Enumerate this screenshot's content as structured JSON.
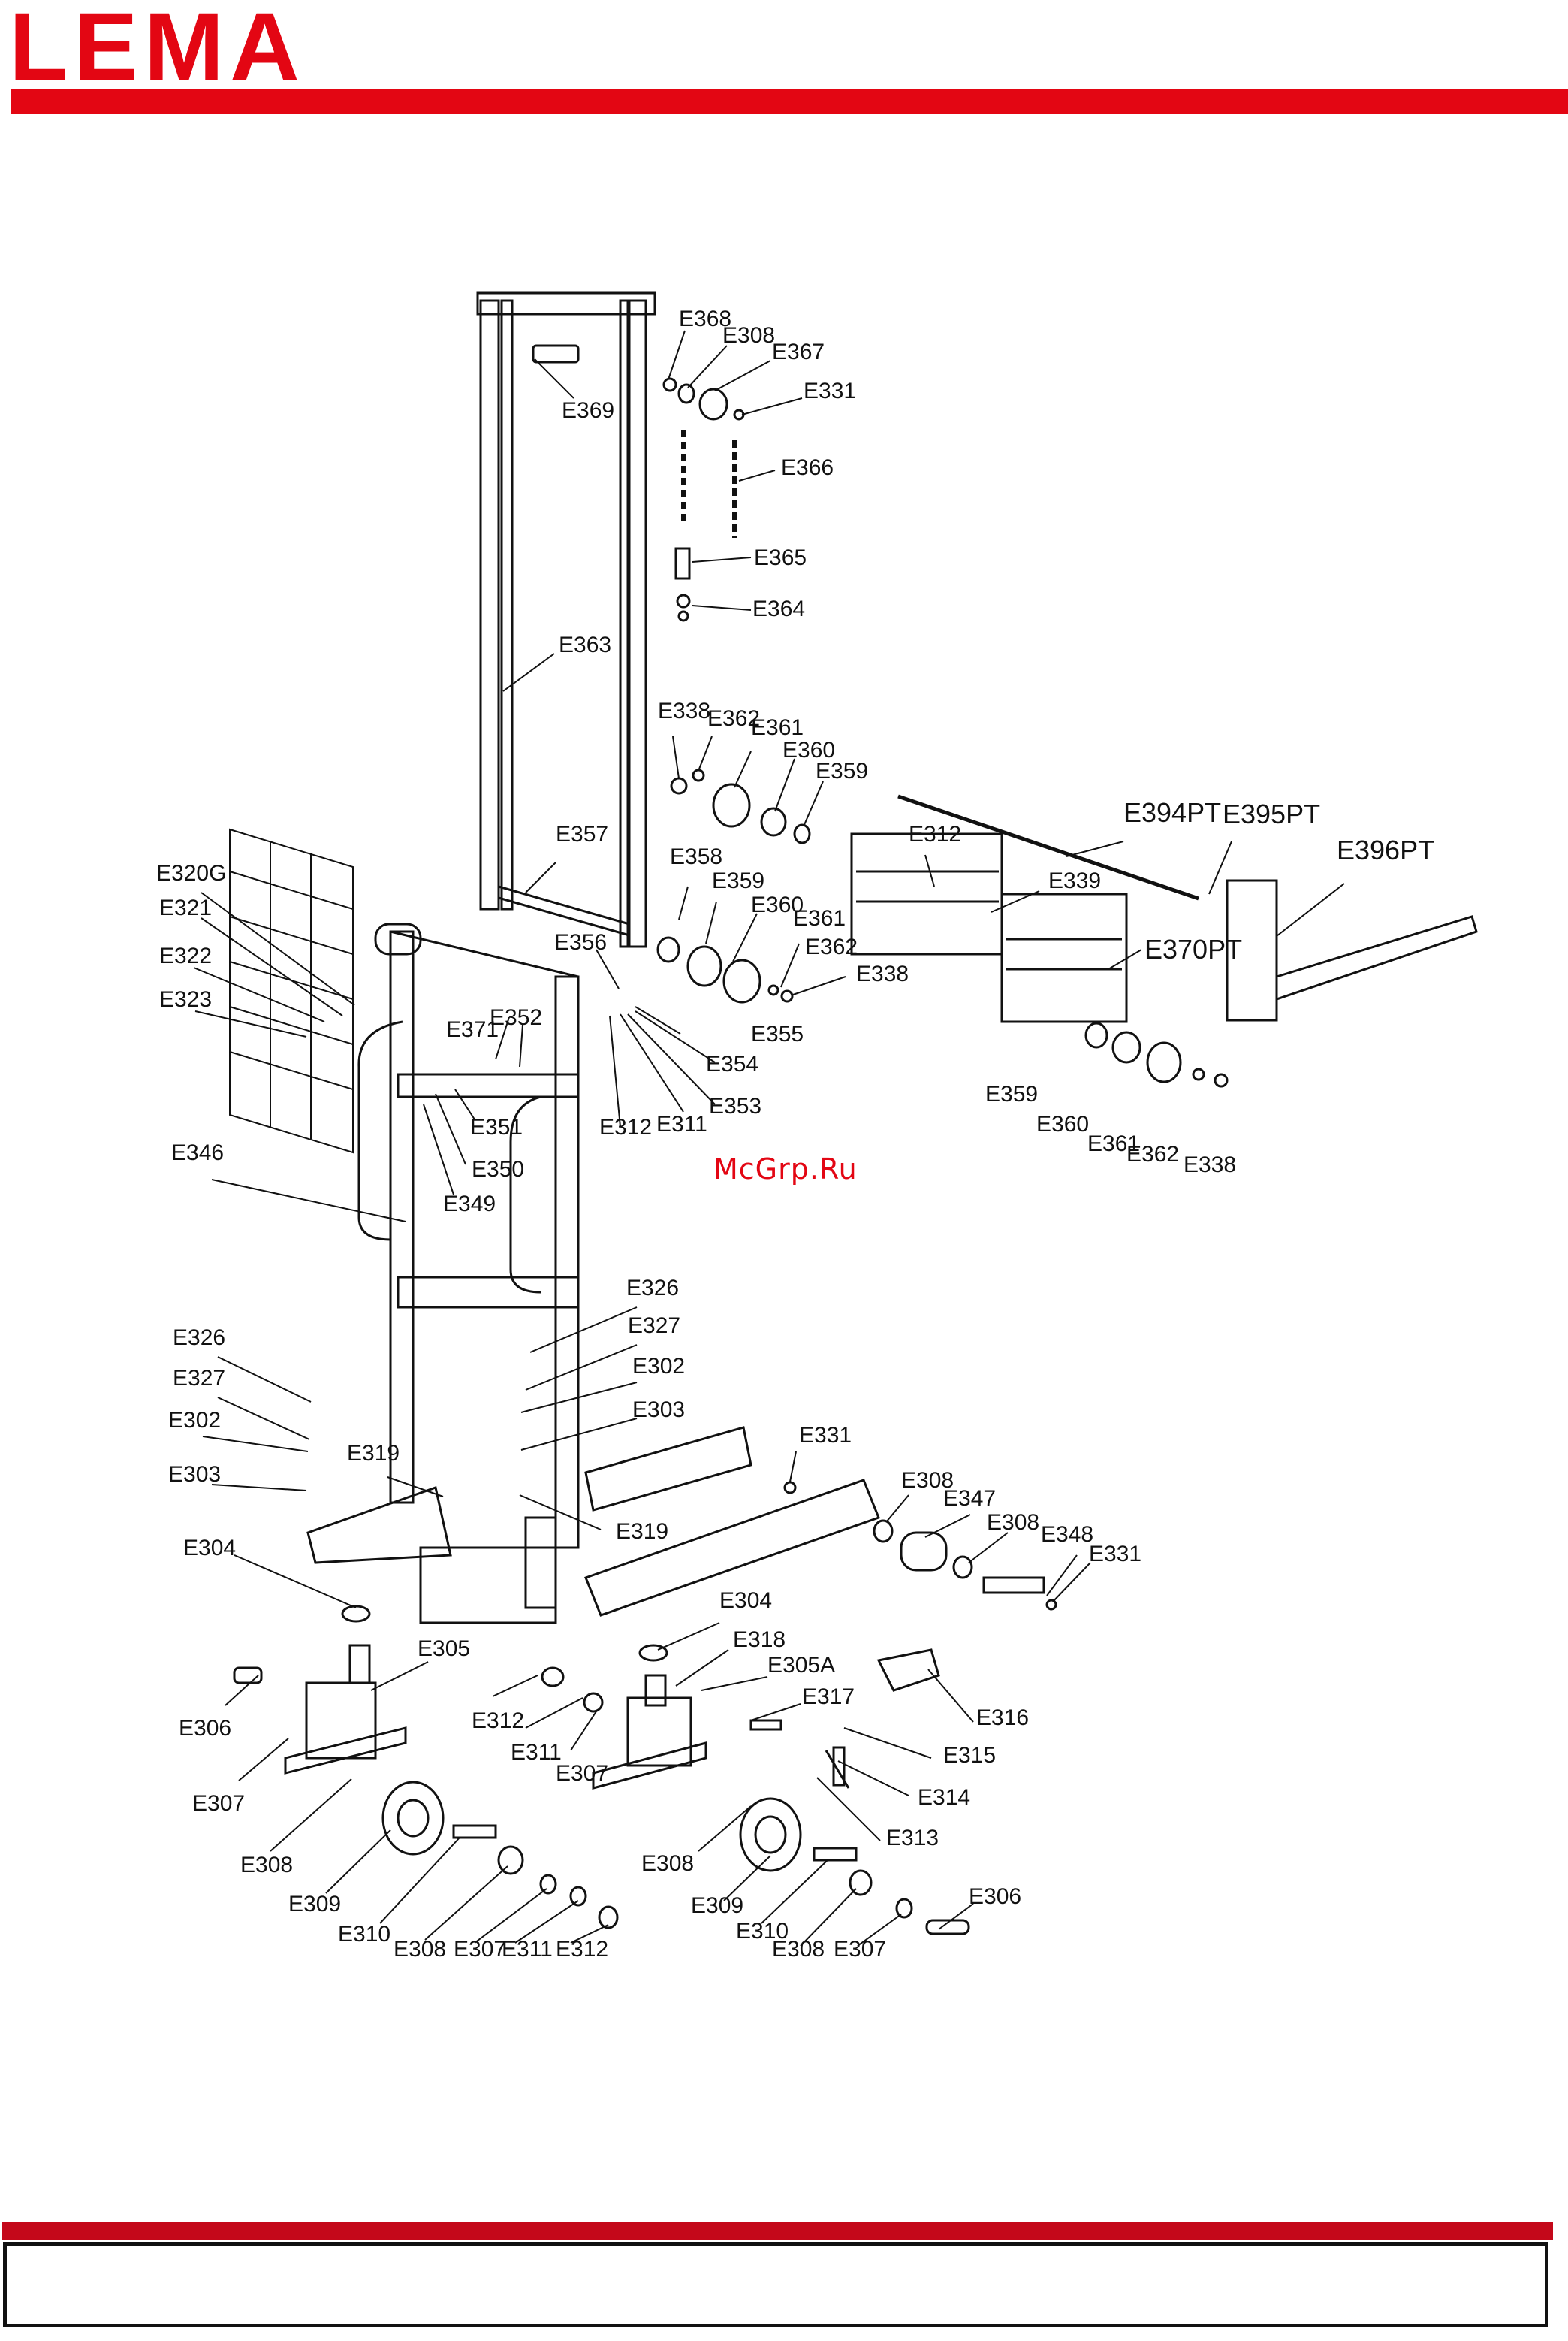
{
  "brand": {
    "name": "LEMA",
    "color": "#e30613"
  },
  "watermark": "McGrp.Ru",
  "diagram": {
    "part_labels": [
      "E368",
      "E308",
      "E367",
      "E331",
      "E369",
      "E366",
      "E365",
      "E364",
      "E363",
      "E338",
      "E362",
      "E361",
      "E360",
      "E359",
      "E394PT",
      "E395PT",
      "E396PT",
      "E357",
      "E358",
      "E312",
      "E339",
      "E370PT",
      "E320G",
      "E321",
      "E322",
      "E323",
      "E356",
      "E371",
      "E352",
      "E355",
      "E354",
      "E353",
      "E351",
      "E350",
      "E349",
      "E311",
      "E346",
      "E326",
      "E327",
      "E302",
      "E303",
      "E319",
      "E304",
      "E305",
      "E306",
      "E307",
      "E309",
      "E310",
      "E347",
      "E348",
      "E318",
      "E305A",
      "E317",
      "E316",
      "E315",
      "E314",
      "E313"
    ]
  },
  "footer": {
    "text": ""
  }
}
